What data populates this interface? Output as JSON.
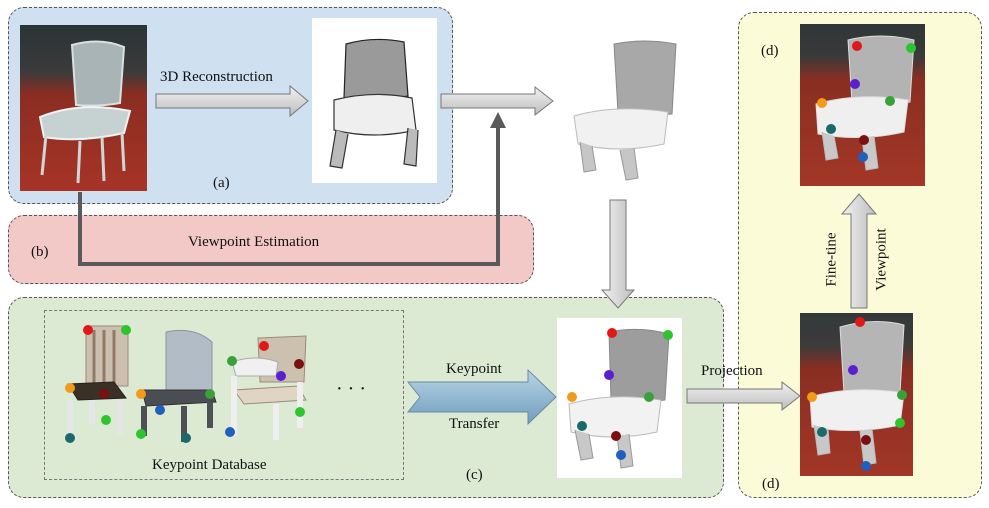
{
  "panels": {
    "a": {
      "tag": "(a)",
      "step": "3D Reconstruction",
      "color": "#cfe0f1"
    },
    "b": {
      "tag": "(b)",
      "step": "Viewpoint Estimation",
      "color": "#f3c9c8"
    },
    "c": {
      "tag": "(c)",
      "database": "Keypoint Database",
      "ellipsis": "· · ·",
      "transfer_top": "Keypoint",
      "transfer_bottom": "Transfer",
      "color": "#dcead3"
    },
    "d": {
      "tag": "(d)",
      "projection": "Projection",
      "finetune": "Fine-tine",
      "viewpoint": "Viewpoint",
      "color": "#fbfbd8"
    }
  },
  "keypoint_colors": [
    "#e01818",
    "#2ec42e",
    "#5a20d0",
    "#f29a1a",
    "#3aa03a",
    "#7a1010",
    "#1a6a6a",
    "#1f5fbf"
  ]
}
